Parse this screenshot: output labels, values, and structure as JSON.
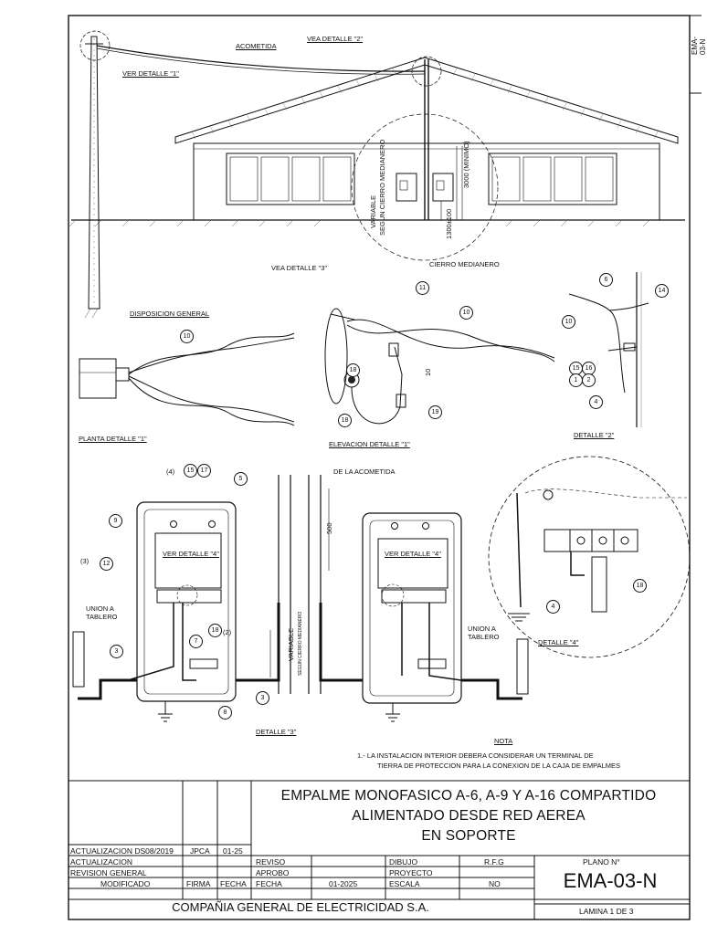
{
  "sheet": {
    "side_code": "EMA-03-N",
    "title_lines": [
      "EMPALME MONOFASICO A-6, A-9 Y A-16 COMPARTIDO",
      "ALIMENTADO DESDE RED AEREA",
      "EN SOPORTE"
    ],
    "company": "COMPAÑIA GENERAL DE ELECTRICIDAD S.A.",
    "plano_label": "PLANO N°",
    "plano_number": "EMA-03-N",
    "lamina": "LAMINA 1 DE 3"
  },
  "revisions": {
    "rows": [
      {
        "desc": "ACTUALIZACION DS08/2019",
        "firma": "JPCA",
        "fecha": "01-25"
      },
      {
        "desc": "ACTUALIZACION",
        "firma": "",
        "fecha": ""
      },
      {
        "desc": "REVISION GENERAL",
        "firma": "",
        "fecha": ""
      }
    ],
    "header": {
      "modificado": "MODIFICADO",
      "firma": "FIRMA",
      "fecha": "FECHA"
    }
  },
  "approvals": {
    "reviso": "REVISO",
    "aprobo": "APROBO",
    "fecha": "FECHA",
    "fecha_value": "01-2025",
    "dibujo": "DIBUJO",
    "dibujo_value": "R.F.G",
    "proyecto": "PROYECTO",
    "escala": "ESCALA",
    "escala_value": "NO"
  },
  "labels": {
    "acometida": "ACOMETIDA",
    "vea_detalle_2": "VEA DETALLE \"2\"",
    "ver_detalle_1": "VER DETALLE \"1\"",
    "variable_segun": "VARIABLE",
    "segun_cierro": "SEGUN CIERRO MEDIANERO",
    "dim_3000": "3000 (MINIMO)",
    "dim_1300": "1300±100",
    "vea_detalle_3": "VEA DETALLE \"3\"",
    "cierro_medianero": "CIERRO MEDIANERO",
    "disposicion_general": "DISPOSICION GENERAL",
    "planta_detalle_1": "PLANTA DETALLE \"1\"",
    "elevacion_detalle_1": "ELEVACION DETALLE \"1\"",
    "detalle_2": "DETALLE \"2\"",
    "de_la_acometida": "DE LA ACOMETIDA",
    "dim_500": "500",
    "ver_detalle_4_a": "VER DETALLE \"4\"",
    "ver_detalle_4_b": "VER DETALLE \"4\"",
    "union_tablero_a": "UNION A TABLERO",
    "union_tablero_b": "UNION A TABLERO",
    "variable_2": "VARIABLE",
    "segun_cierro_2": "SEGUN CIERRO MEDIANERO",
    "detalle_3": "DETALLE \"3\"",
    "detalle_4": "DETALLE \"4\"",
    "dim_10": "10",
    "nota_title": "NOTA",
    "nota_line1": "1.- LA INSTALACION INTERIOR DEBERA CONSIDERAR UN TERMINAL DE",
    "nota_line2": "TIERRA DE PROTECCION PARA LA CONEXION DE LA CAJA DE EMPALMES",
    "p4": "(4)",
    "p3": "(3)",
    "p2": "(2)"
  },
  "callouts": [
    "10",
    "11",
    "10",
    "18",
    "18",
    "19",
    "6",
    "14",
    "10",
    "15",
    "16",
    "1",
    "2",
    "4",
    "15",
    "17",
    "5",
    "9",
    "12",
    "7",
    "18",
    "3",
    "8",
    "3",
    "4",
    "18"
  ]
}
